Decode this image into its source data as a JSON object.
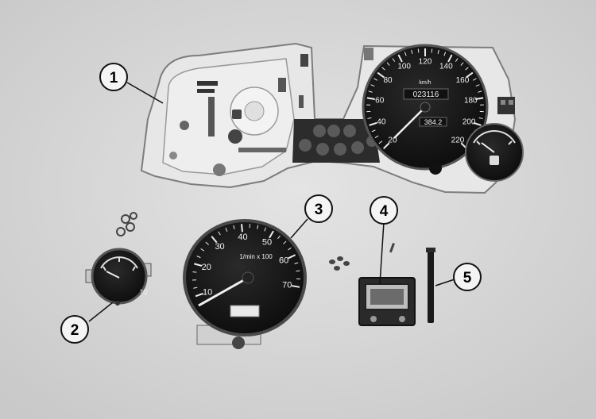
{
  "callouts": [
    {
      "label": "1"
    },
    {
      "label": "2"
    },
    {
      "label": "3"
    },
    {
      "label": "4"
    },
    {
      "label": "5"
    }
  ],
  "speedometer": {
    "ticks": [
      "20",
      "40",
      "60",
      "80",
      "100",
      "120",
      "140",
      "160",
      "180",
      "200",
      "220"
    ],
    "unit": "km/h",
    "odometer": "023116",
    "trip": "384.2"
  },
  "tachometer": {
    "ticks": [
      "10",
      "20",
      "30",
      "40",
      "50",
      "60",
      "70"
    ],
    "unit": "1/min x 100"
  },
  "fuel_gauge": {
    "label": "TQ"
  },
  "colors": {
    "background": "#d9d9d9",
    "housing": "#e6e6e6",
    "gauge_face": "#1b1b1b",
    "callout_fill": "#f4f4f4",
    "callout_stroke": "#111111"
  }
}
